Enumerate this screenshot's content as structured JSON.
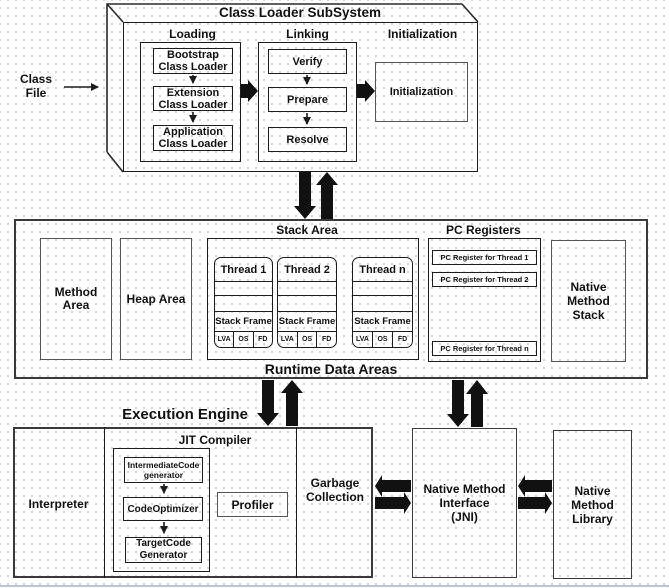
{
  "colors": {
    "line": "#1c1c1c",
    "dot_grid": "#c6c6c6",
    "bottom_edge": "#b6c6da",
    "canvas_bg": "#ffffff"
  },
  "class_file": {
    "line1": "Class",
    "line2": "File"
  },
  "class_loader": {
    "title": "Class Loader SubSystem",
    "loading": {
      "label": "Loading",
      "boxes": [
        {
          "line1": "Bootstrap",
          "line2": "Class Loader"
        },
        {
          "line1": "Extension",
          "line2": "Class Loader"
        },
        {
          "line1": "Application",
          "line2": "Class Loader"
        }
      ]
    },
    "linking": {
      "label": "Linking",
      "boxes": [
        {
          "label": "Verify"
        },
        {
          "label": "Prepare"
        },
        {
          "label": "Resolve"
        }
      ]
    },
    "initialization": {
      "label": "Initialization",
      "box_label": "Initialization"
    }
  },
  "runtime": {
    "title": "Runtime Data Areas",
    "method_area": {
      "line1": "Method",
      "line2": "Area"
    },
    "heap_area": {
      "label": "Heap Area"
    },
    "stack_area": {
      "label": "Stack Area",
      "threads": [
        {
          "title": "Thread 1",
          "stack_frame": "Stack Frame",
          "cells": [
            "LVA",
            "OS",
            "FD"
          ]
        },
        {
          "title": "Thread 2",
          "stack_frame": "Stack Frame",
          "cells": [
            "LVA",
            "OS",
            "FD"
          ]
        },
        {
          "title": "Thread n",
          "stack_frame": "Stack Frame",
          "cells": [
            "LVA",
            "OS",
            "FD"
          ]
        }
      ]
    },
    "pc_registers": {
      "label": "PC Registers",
      "items": [
        {
          "label": "PC Register for Thread 1"
        },
        {
          "label": "PC Register for Thread 2"
        },
        {
          "label": "PC Register for Thread n"
        }
      ]
    },
    "native_method_stack": {
      "line1": "Native",
      "line2": "Method",
      "line3": "Stack"
    }
  },
  "execution": {
    "title": "Execution Engine",
    "interpreter": {
      "label": "Interpreter"
    },
    "jit": {
      "label": "JIT Compiler",
      "steps": [
        {
          "line1": "IntermediateCode",
          "line2": "generator"
        },
        {
          "line1": "CodeOptimizer"
        },
        {
          "line1": "TargetCode",
          "line2": "Generator"
        }
      ],
      "profiler": {
        "label": "Profiler"
      }
    },
    "garbage_collection": {
      "line1": "Garbage",
      "line2": "Collection"
    },
    "jni": {
      "line1": "Native Method",
      "line2": "Interface",
      "line3": "(JNI)"
    },
    "native_method_library": {
      "line1": "Native Method",
      "line2": "Library"
    }
  }
}
